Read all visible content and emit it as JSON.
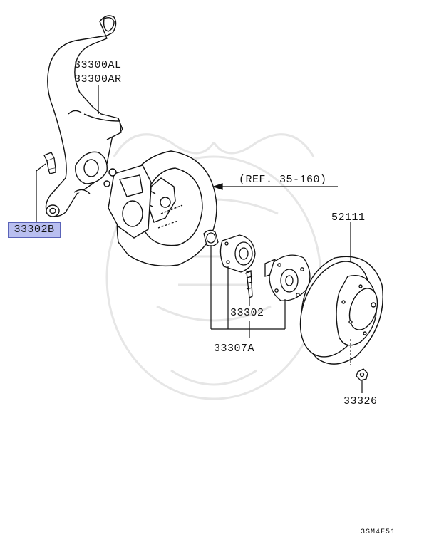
{
  "diagram": {
    "parts": [
      {
        "id": "knuckle",
        "numbers": [
          "33300AL",
          "33300AR"
        ]
      },
      {
        "id": "bolt",
        "number": "33302B",
        "highlighted": true
      },
      {
        "id": "backing-plate-ref",
        "text": "(REF. 35-160)"
      },
      {
        "id": "brake-disc",
        "number": "52111"
      },
      {
        "id": "hub-bolt",
        "number": "33302"
      },
      {
        "id": "hub-assembly",
        "number": "33307A"
      },
      {
        "id": "nut",
        "number": "33326"
      }
    ],
    "diagram_code": "3SM4F51",
    "highlight_color": "#b9bff0"
  }
}
